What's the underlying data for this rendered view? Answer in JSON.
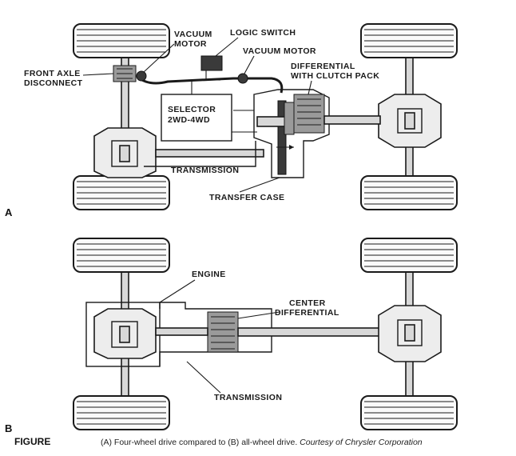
{
  "panels": {
    "a": "A",
    "b": "B"
  },
  "labels_a": {
    "front_axle_disconnect_1": "FRONT AXLE",
    "front_axle_disconnect_2": "DISCONNECT",
    "vacuum_motor_left_1": "VACUUM",
    "vacuum_motor_left_2": "MOTOR",
    "logic_switch": "LOGIC SWITCH",
    "vacuum_motor_right": "VACUUM MOTOR",
    "differential_1": "DIFFERENTIAL",
    "differential_2": "WITH CLUTCH PACK",
    "selector_1": "SELECTOR",
    "selector_2": "2WD-4WD",
    "transmission": "TRANSMISSION",
    "transfer_case": "TRANSFER CASE"
  },
  "labels_b": {
    "engine": "ENGINE",
    "center_differential_1": "CENTER",
    "center_differential_2": "DIFFERENTIAL",
    "transmission": "TRANSMISSION"
  },
  "caption": {
    "figure_word": "FIGURE",
    "text": "(A) Four-wheel drive compared to (B) all-wheel drive. ",
    "credit": "Courtesy of Chrysler Corporation"
  }
}
